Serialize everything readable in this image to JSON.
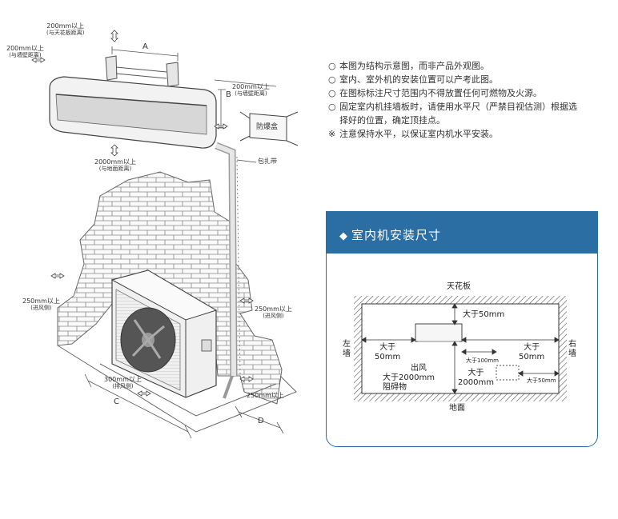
{
  "left_diagram": {
    "labels": {
      "ceiling_clearance": {
        "line1": "200mm以上",
        "line2": "(与天花板距离)"
      },
      "left_wall_clearance": {
        "line1": "200mm以上",
        "line2": "(与墙壁距离)"
      },
      "right_wall_clearance": {
        "line1": "200mm以上",
        "line2": "(与墙壁距离)"
      },
      "floor_clearance": {
        "line1": "2000mm以上",
        "line2": "(与地面距离)"
      },
      "outdoor_left": {
        "line1": "250mm以上",
        "line2": "(进风侧)"
      },
      "outdoor_right": {
        "line1": "250mm以上",
        "line2": "(进风侧)"
      },
      "outdoor_front": {
        "line1": "300mm以上",
        "line2": "(排风侧)"
      },
      "outdoor_bottom": {
        "line1": "250mm以上"
      },
      "explosion_box": "防爆盒",
      "wrap_tape": "包扎带",
      "dim_a": "A",
      "dim_b": "B",
      "dim_c": "C",
      "dim_d": "D"
    }
  },
  "notes": [
    {
      "bullet": "○",
      "text": "本图为结构示意图，而非产品外观图。"
    },
    {
      "bullet": "○",
      "text": "室内、室外机的安装位置可以产考此图。"
    },
    {
      "bullet": "○",
      "text": "在图标标注尺寸范围内不得放置任何可燃物及火源。"
    },
    {
      "bullet": "○",
      "text": "固定室内机挂墙板时，请使用水平尺（严禁目视估测）根据选",
      "continuation": "择好的位置，确定顶挂点。"
    },
    {
      "bullet": "※",
      "text": "注意保持水平，以保证室内机水平安装。"
    }
  ],
  "panel": {
    "diamond": "◆",
    "title": "室内机安装尺寸",
    "ceiling": "天花板",
    "floor": "地面",
    "left_wall": {
      "c1": "左",
      "c2": "墙"
    },
    "right_wall": {
      "c1": "右",
      "c2": "墙"
    },
    "top_gap": "大于50mm",
    "left_gap": {
      "l1": "大于",
      "l2": "50mm"
    },
    "right_gap": {
      "l1": "大于",
      "l2": "50mm"
    },
    "bottom_gap": {
      "l1": "大于",
      "l2": "2000mm"
    },
    "obstacle": {
      "l1": "出风",
      "l2": "大于2000mm",
      "l3": "阻碍物"
    },
    "gap_100": "大于100mm",
    "gap_50_small": "大于50mm"
  },
  "colors": {
    "accent": "#2a6ea3",
    "hatch": "#555555"
  }
}
